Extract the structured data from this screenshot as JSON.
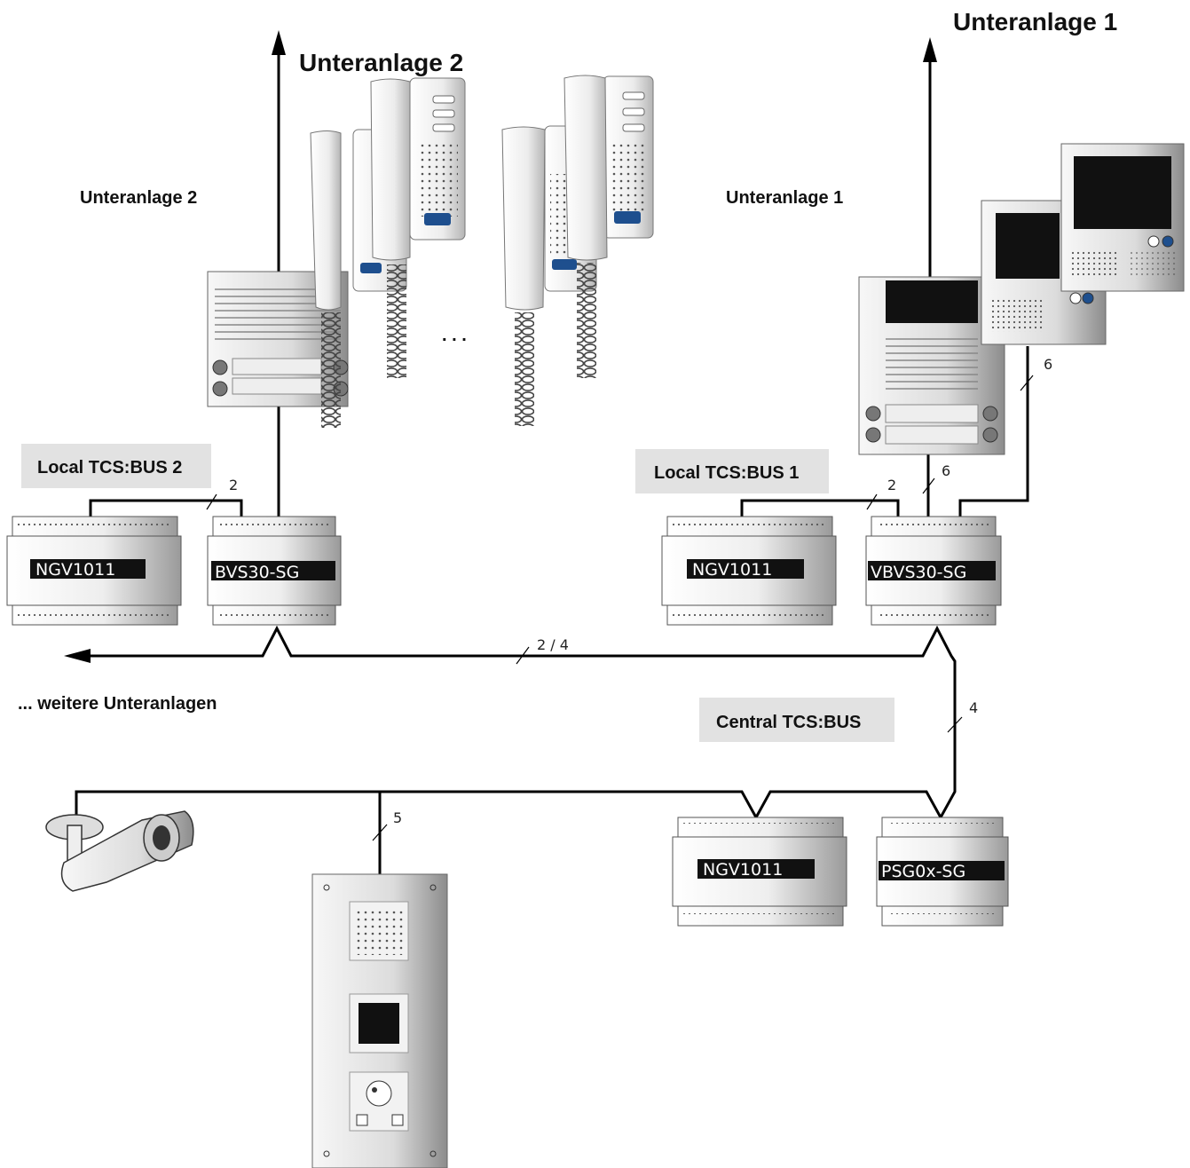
{
  "labels": {
    "top_sub2": "Unteranlage 2",
    "top_sub1": "Unteranlage 1",
    "side_sub2": "Unteranlage 2",
    "side_sub1": "Unteranlage 1",
    "local_bus2": "Local TCS:BUS 2",
    "local_bus1": "Local TCS:BUS 1",
    "central_bus": "Central TCS:BUS",
    "further": "... weitere Unteranlagen",
    "ellipsis": ". . ."
  },
  "devices": {
    "ngv_left": "NGV1011",
    "bvs_left": "BVS30-SG",
    "ngv_right": "NGV1011",
    "vbvs_right": "VBVS30-SG",
    "ngv_central": "NGV1011",
    "psg_central": "PSG0x-SG"
  },
  "wire_counts": {
    "local_left": "2",
    "local_right": "2",
    "panel_right": "6",
    "video_right": "6",
    "central_main": "2 / 4",
    "central_vertical": "4",
    "door_panel": "5"
  },
  "colors": {
    "label_box": "#e2e2e2",
    "device_label_bg": "#111111",
    "accent_blue": "#1e4f8e"
  }
}
